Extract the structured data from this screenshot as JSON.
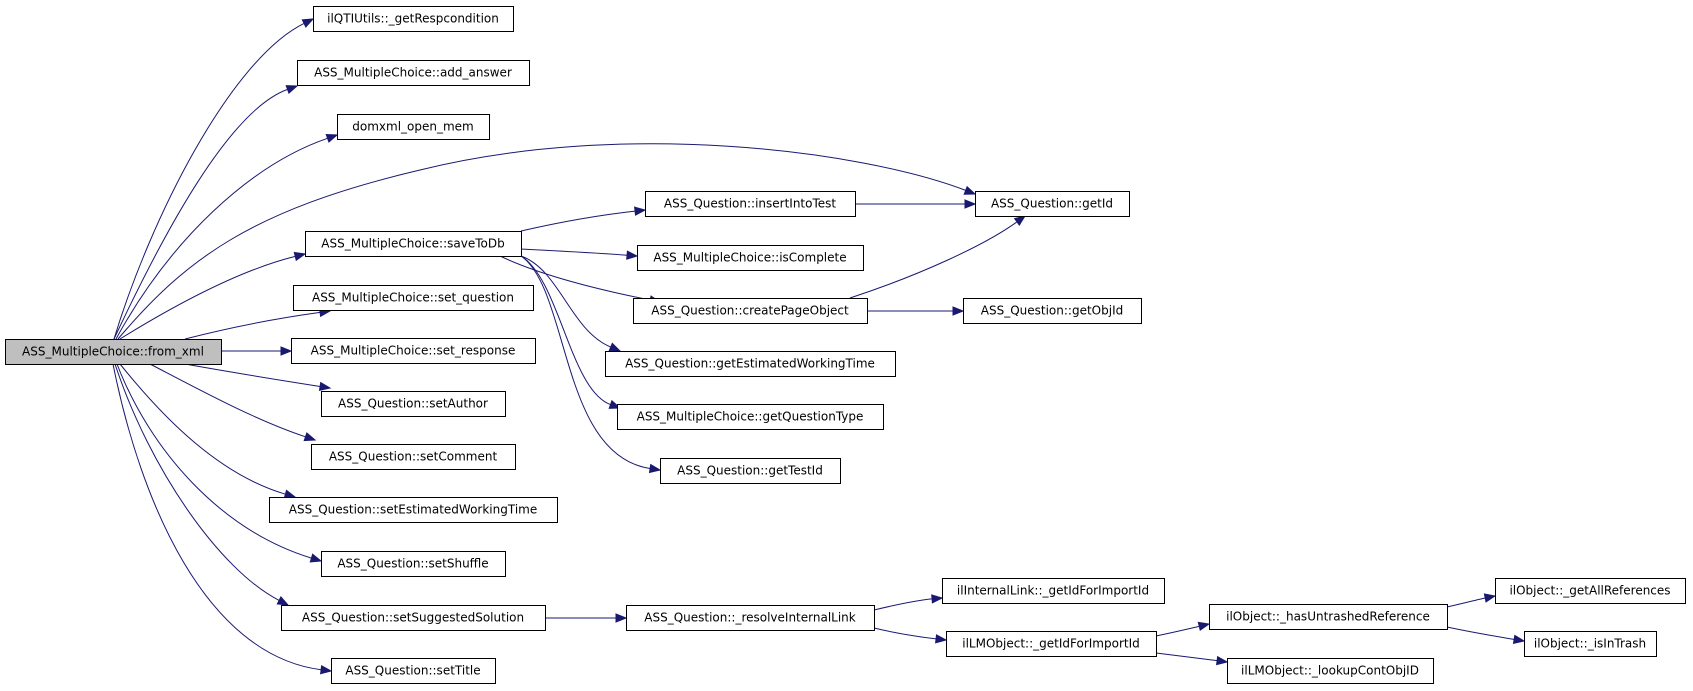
{
  "diagram": {
    "nodes": [
      {
        "id": "from_xml",
        "label": "ASS_MultipleChoice::from_xml",
        "root": true
      },
      {
        "id": "getRespcondition",
        "label": "ilQTIUtils::_getRespcondition"
      },
      {
        "id": "add_answer",
        "label": "ASS_MultipleChoice::add_answer"
      },
      {
        "id": "domxml",
        "label": "domxml_open_mem"
      },
      {
        "id": "getId",
        "label": "ASS_Question::getId"
      },
      {
        "id": "insertIntoTest",
        "label": "ASS_Question::insertIntoTest"
      },
      {
        "id": "saveToDb",
        "label": "ASS_MultipleChoice::saveToDb"
      },
      {
        "id": "isComplete",
        "label": "ASS_MultipleChoice::isComplete"
      },
      {
        "id": "set_question",
        "label": "ASS_MultipleChoice::set_question"
      },
      {
        "id": "createPageObject",
        "label": "ASS_Question::createPageObject"
      },
      {
        "id": "getObjId",
        "label": "ASS_Question::getObjId"
      },
      {
        "id": "set_response",
        "label": "ASS_MultipleChoice::set_response"
      },
      {
        "id": "getEstimatedWorkingTime",
        "label": "ASS_Question::getEstimatedWorkingTime"
      },
      {
        "id": "setAuthor",
        "label": "ASS_Question::setAuthor"
      },
      {
        "id": "getQuestionType",
        "label": "ASS_MultipleChoice::getQuestionType"
      },
      {
        "id": "setComment",
        "label": "ASS_Question::setComment"
      },
      {
        "id": "getTestId",
        "label": "ASS_Question::getTestId"
      },
      {
        "id": "setEstimatedWorkingTime",
        "label": "ASS_Question::setEstimatedWorkingTime"
      },
      {
        "id": "setShuffle",
        "label": "ASS_Question::setShuffle"
      },
      {
        "id": "internalLinkImport",
        "label": "ilInternalLink::_getIdForImportId"
      },
      {
        "id": "getAllReferences",
        "label": "ilObject::_getAllReferences"
      },
      {
        "id": "setSuggestedSolution",
        "label": "ASS_Question::setSuggestedSolution"
      },
      {
        "id": "resolveInternalLink",
        "label": "ASS_Question::_resolveInternalLink"
      },
      {
        "id": "hasUntrashedReference",
        "label": "ilObject::_hasUntrashedReference"
      },
      {
        "id": "lmObjectImport",
        "label": "ilLMObject::_getIdForImportId"
      },
      {
        "id": "isInTrash",
        "label": "ilObject::_isInTrash"
      },
      {
        "id": "setTitle",
        "label": "ASS_Question::setTitle"
      },
      {
        "id": "lookupContObjID",
        "label": "ilLMObject::_lookupContObjID"
      }
    ],
    "edges": [
      {
        "from": "from_xml",
        "to": "getRespcondition"
      },
      {
        "from": "from_xml",
        "to": "add_answer"
      },
      {
        "from": "from_xml",
        "to": "domxml"
      },
      {
        "from": "from_xml",
        "to": "getId"
      },
      {
        "from": "from_xml",
        "to": "saveToDb"
      },
      {
        "from": "from_xml",
        "to": "set_question"
      },
      {
        "from": "from_xml",
        "to": "set_response"
      },
      {
        "from": "from_xml",
        "to": "setAuthor"
      },
      {
        "from": "from_xml",
        "to": "setComment"
      },
      {
        "from": "from_xml",
        "to": "setEstimatedWorkingTime"
      },
      {
        "from": "from_xml",
        "to": "setShuffle"
      },
      {
        "from": "from_xml",
        "to": "setSuggestedSolution"
      },
      {
        "from": "from_xml",
        "to": "setTitle"
      },
      {
        "from": "saveToDb",
        "to": "insertIntoTest"
      },
      {
        "from": "saveToDb",
        "to": "isComplete"
      },
      {
        "from": "saveToDb",
        "to": "createPageObject"
      },
      {
        "from": "saveToDb",
        "to": "getEstimatedWorkingTime"
      },
      {
        "from": "saveToDb",
        "to": "getQuestionType"
      },
      {
        "from": "saveToDb",
        "to": "getTestId"
      },
      {
        "from": "insertIntoTest",
        "to": "getId"
      },
      {
        "from": "createPageObject",
        "to": "getId"
      },
      {
        "from": "createPageObject",
        "to": "getObjId"
      },
      {
        "from": "setSuggestedSolution",
        "to": "resolveInternalLink"
      },
      {
        "from": "resolveInternalLink",
        "to": "internalLinkImport"
      },
      {
        "from": "resolveInternalLink",
        "to": "lmObjectImport"
      },
      {
        "from": "lmObjectImport",
        "to": "hasUntrashedReference"
      },
      {
        "from": "lmObjectImport",
        "to": "lookupContObjID"
      },
      {
        "from": "hasUntrashedReference",
        "to": "getAllReferences"
      },
      {
        "from": "hasUntrashedReference",
        "to": "isInTrash"
      }
    ]
  },
  "colors": {
    "edge": "#191970",
    "root_fill": "#bfbfbf",
    "node_fill": "#ffffff",
    "node_stroke": "#000000"
  }
}
